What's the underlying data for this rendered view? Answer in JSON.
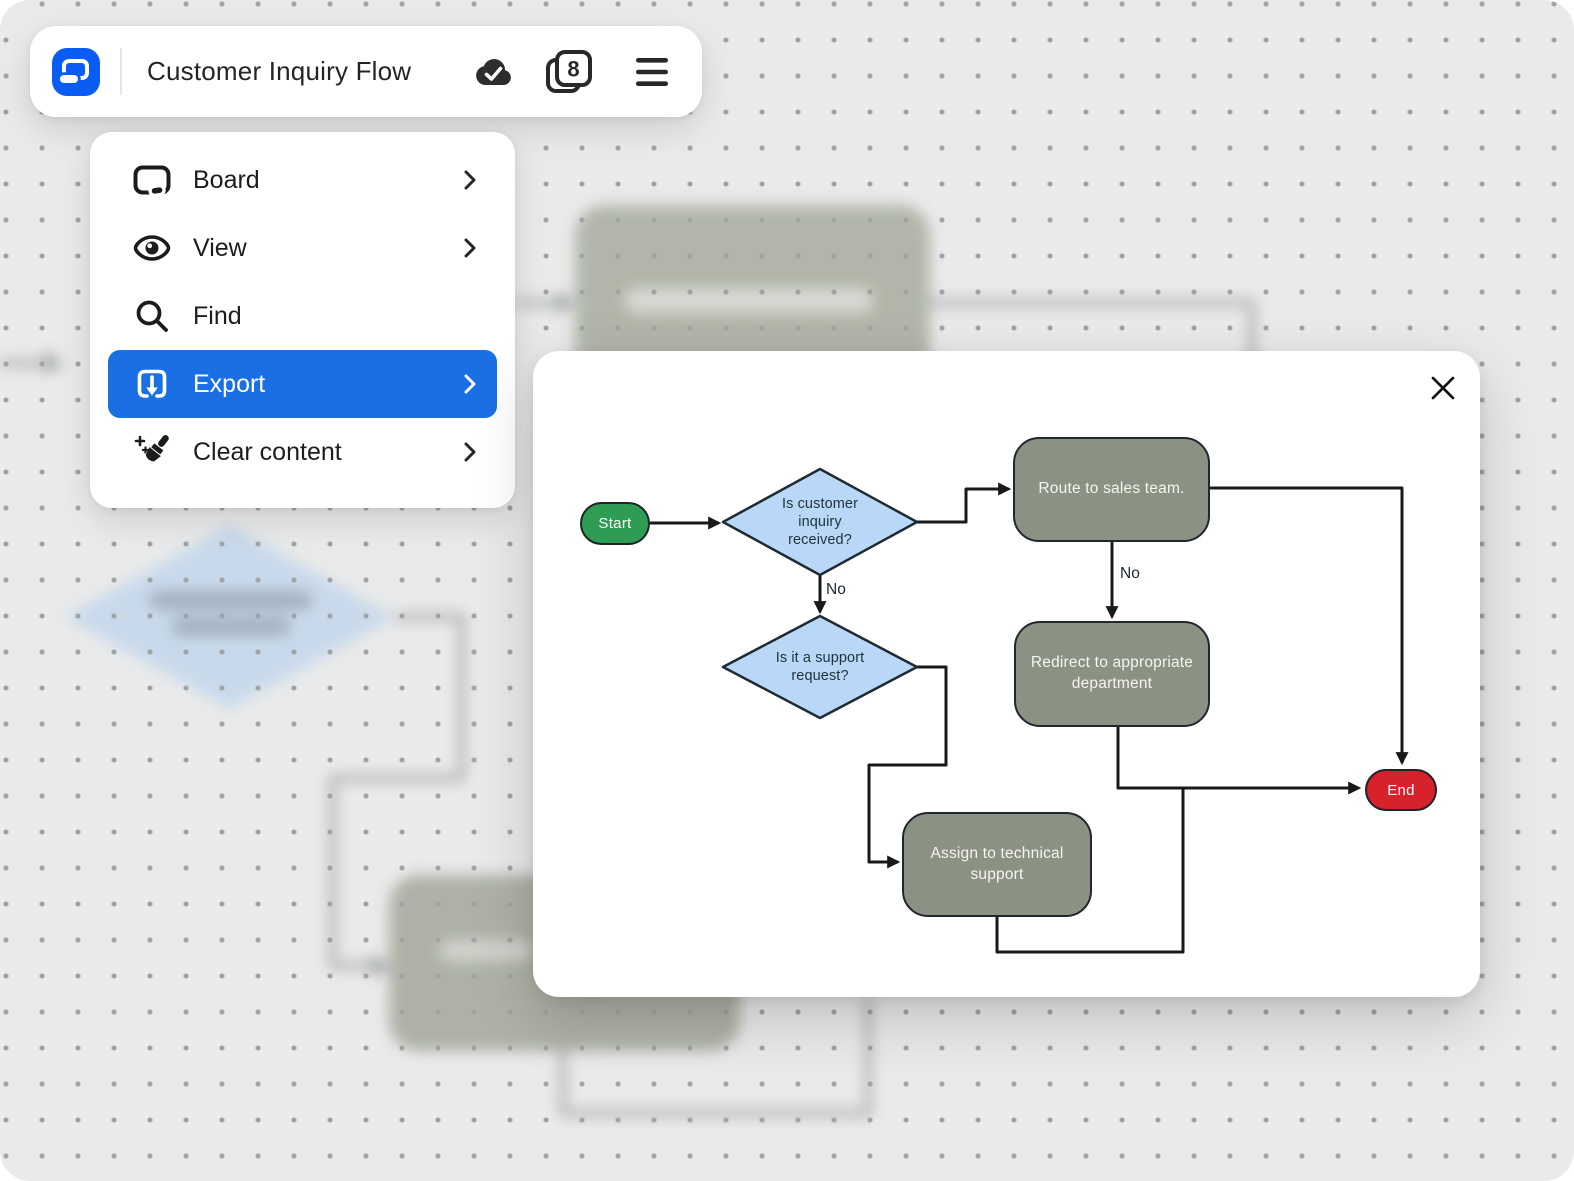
{
  "app": {
    "title": "Customer Inquiry Flow",
    "pages_count": "8"
  },
  "menu": {
    "items": [
      {
        "id": "board",
        "label": "Board",
        "has_submenu": true,
        "active": false
      },
      {
        "id": "view",
        "label": "View",
        "has_submenu": true,
        "active": false
      },
      {
        "id": "find",
        "label": "Find",
        "has_submenu": false,
        "active": false
      },
      {
        "id": "export",
        "label": "Export",
        "has_submenu": true,
        "active": true
      },
      {
        "id": "clear",
        "label": "Clear content",
        "has_submenu": true,
        "active": false
      }
    ]
  },
  "flowchart": {
    "nodes": {
      "start": {
        "type": "terminator",
        "label": "Start",
        "color": "#2f9c53"
      },
      "inquiry_received": {
        "type": "decision",
        "label": "Is customer\ninquiry\nreceived?",
        "color": "#b9d7f6"
      },
      "route_sales": {
        "type": "process",
        "label": "Route to sales team.",
        "color": "#8b9183"
      },
      "support_request": {
        "type": "decision",
        "label": "Is it a support\nrequest?",
        "color": "#b9d7f6"
      },
      "redirect_dept": {
        "type": "process",
        "label": "Redirect to appropriate\ndepartment",
        "color": "#8b9183"
      },
      "assign_support": {
        "type": "process",
        "label": "Assign to technical\nsupport",
        "color": "#8b9183"
      },
      "end": {
        "type": "terminator",
        "label": "End",
        "color": "#d7212b"
      }
    },
    "edge_labels": {
      "inquiry_no": "No",
      "route_no": "No"
    }
  },
  "colors": {
    "canvas": "#e9eaea",
    "accent_blue": "#1a6fe4",
    "logo_blue": "#0b5cf5",
    "connector": "#17191b",
    "decision_fill": "#b9d7f6",
    "process_fill": "#8b9183",
    "start_fill": "#2f9c53",
    "end_fill": "#d7212b"
  }
}
